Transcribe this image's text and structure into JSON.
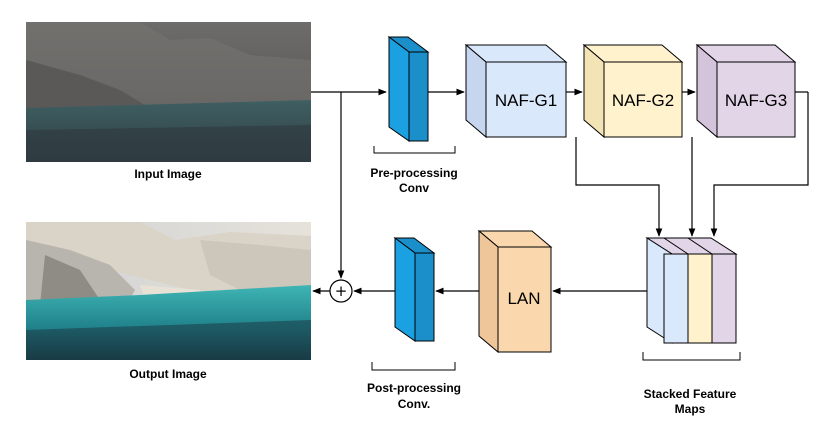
{
  "input_image": {
    "caption": "Input Image"
  },
  "output_image": {
    "caption": "Output Image"
  },
  "pre_conv": {
    "label_line1": "Pre-processing",
    "label_line2": "Conv"
  },
  "post_conv": {
    "label_line1": "Post-processing",
    "label_line2": "Conv."
  },
  "naf_blocks": [
    {
      "label": "NAF-G1",
      "color": "#dae8fc"
    },
    {
      "label": "NAF-G2",
      "color": "#fff2cc"
    },
    {
      "label": "NAF-G3",
      "color": "#e1d5e7"
    }
  ],
  "lan": {
    "label": "LAN",
    "color": "#fad7ac"
  },
  "stacked": {
    "label_line1": "Stacked Feature",
    "label_line2": "Maps"
  },
  "adder": {
    "symbol": "+"
  },
  "colors": {
    "conv": "#1ba1e2",
    "arrow": "#000000"
  }
}
